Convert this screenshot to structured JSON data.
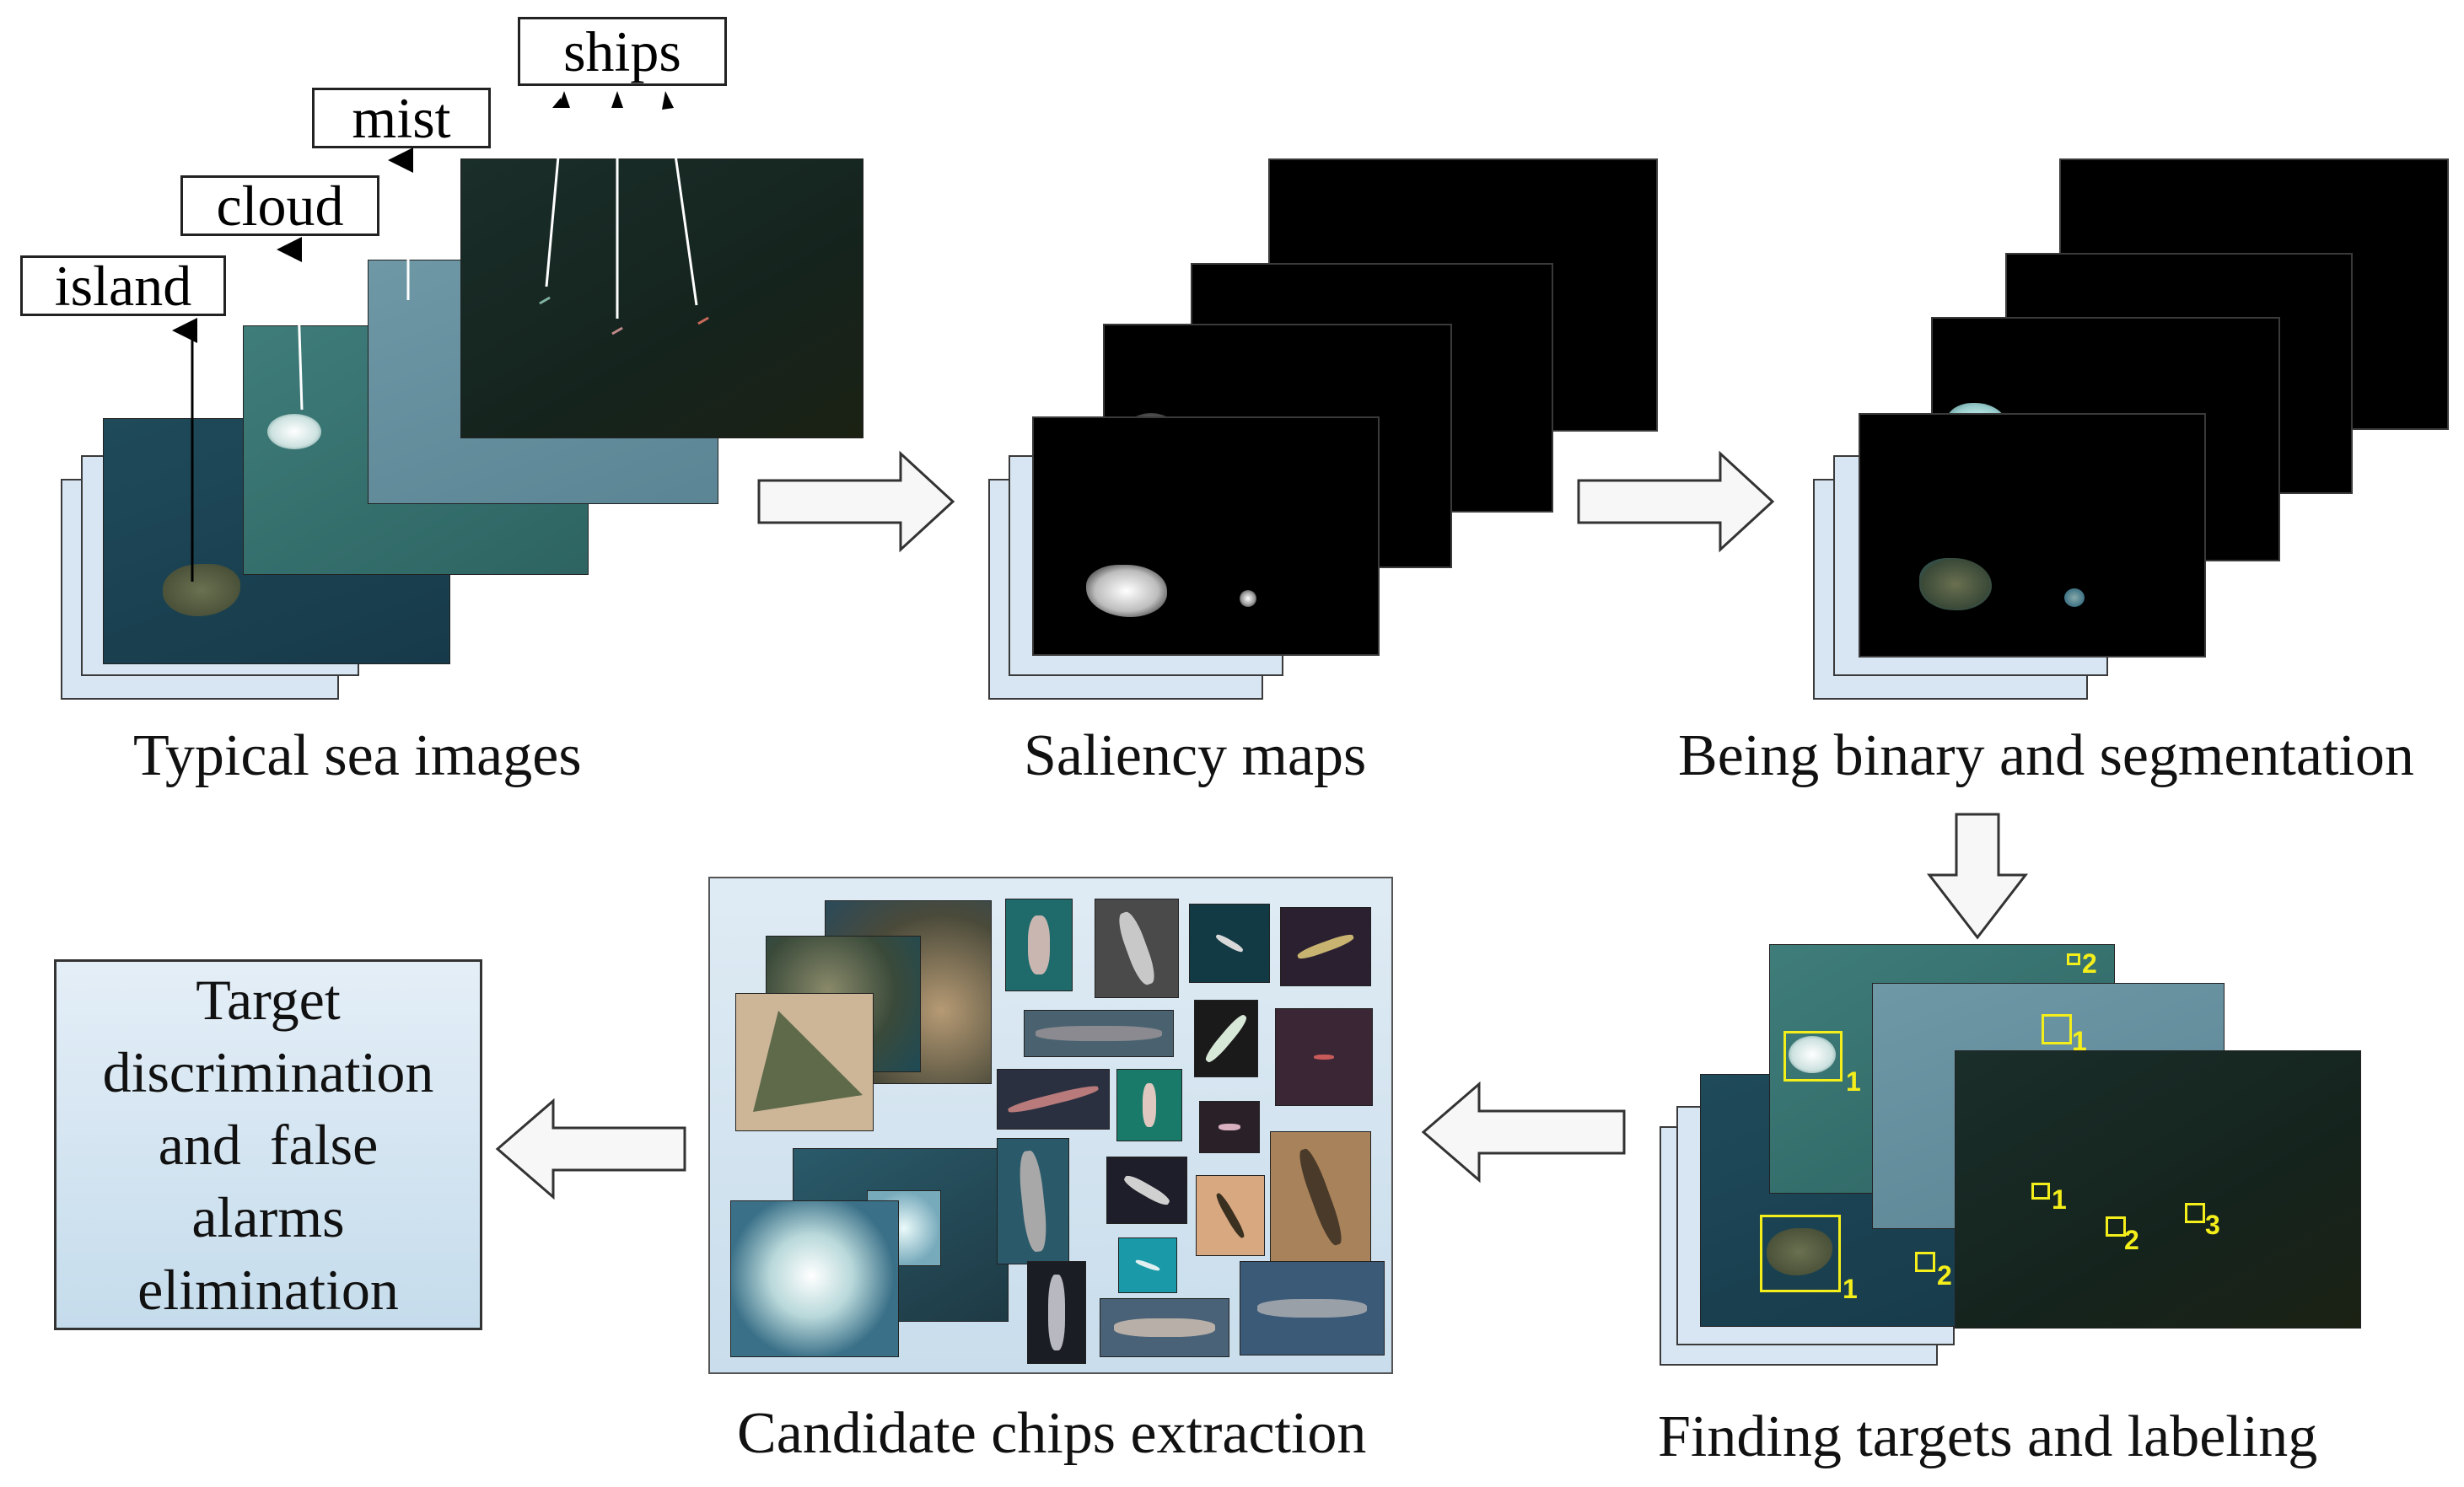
{
  "stages": {
    "sea_images": "Typical sea images",
    "saliency": "Saliency maps",
    "binary": "Being binary and segmentation",
    "finding": "Finding targets and labeling",
    "chips": "Candidate chips extraction"
  },
  "tags": {
    "island": "island",
    "cloud": "cloud",
    "mist": "mist",
    "ships": "ships"
  },
  "discrimination": {
    "lines": [
      "Target",
      "discrimination",
      "and  false",
      "alarms",
      "elimination"
    ]
  },
  "labels": {
    "one": "1",
    "two": "2",
    "three": "3"
  },
  "colors": {
    "arrow_fill": "#f7f7f7",
    "stack_back": "#d7e6f2",
    "label_yellow": "#f4ee1a"
  }
}
